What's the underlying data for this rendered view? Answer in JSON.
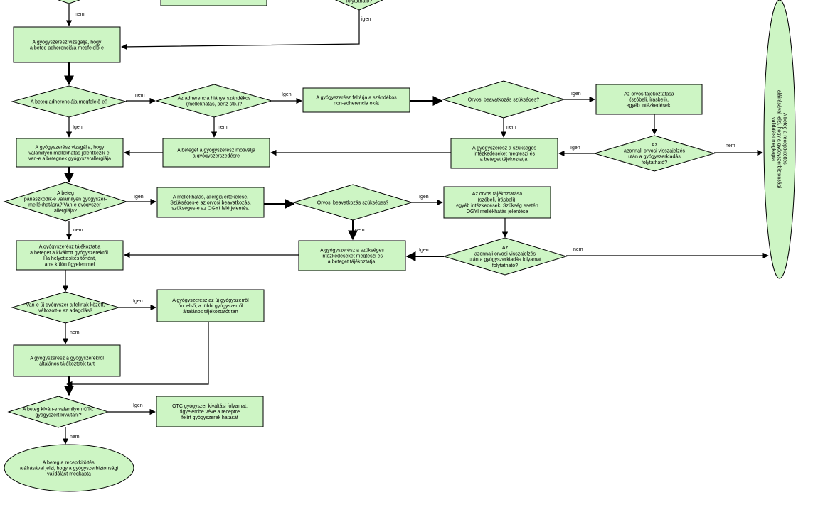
{
  "colors": {
    "fill": "#cdf5c4",
    "stroke": "#000000",
    "line": "#000000",
    "background": "#ffffff"
  },
  "labels": {
    "yes": "Igen",
    "yes_lower": "igen",
    "no": "nem"
  },
  "nodes": {
    "n_check_adherence": [
      "A gyógyszerész vizsgálja, hogy",
      "a beteg adherenciája megfelelő-e"
    ],
    "d_adherence_ok": [
      "A beteg adherenciája megfelelő-e?"
    ],
    "d_nonadherence_cause": [
      "Az adherencia hiánya szándékos",
      "(mellékhatás, pénz stb.)?"
    ],
    "n_explore_cause": [
      "A gyógyszerész feltárja a szándékos",
      "non-adherencia okát"
    ],
    "d_physician_needed_1": [
      "Orvosi beavatkozás szükséges?"
    ],
    "n_inform_physician_1": [
      "Az orvos tájékoztatása",
      "(szóbeli, írásbeli),",
      "egyéb intézkedések."
    ],
    "n_check_side_effect": [
      "A gyógyszerész vizsgálja, hogy",
      "valamilyen mellékhatás jelentkezik-e,",
      "van-e a betegnek gyógyszerallergiája"
    ],
    "n_motivate": [
      "A beteget a gyógyszerész motiválja",
      "a gyógyszerszedésre"
    ],
    "n_measures_1": [
      "A gyógyszerész a szükséges",
      "intézkedéseket megteszi és",
      "a beteget tájékoztatja."
    ],
    "d_continue_1": [
      "Az",
      "azonnali orvosi visszajelzés",
      "után a gyógyszerkiadás",
      "folytatható?"
    ],
    "n_side_effect_eval": [
      "A mellékhatás, allergia értékelése.",
      "Szükséges-e az orvosi beavatkozás,",
      "szükséges-e az OGYI felé jelentés."
    ],
    "d_complaint": [
      "A beteg",
      "panaszkodik-e valamilyen gyógyszer-",
      "mellékhatásra? Van-e gyógyszer-",
      "allergiája?"
    ],
    "d_physician_needed_2": [
      "Orvosi beavatkozás szükséges?"
    ],
    "n_inform_physician_2": [
      "Az orvos tájékoztatása",
      "(szóbeli, írásbeli),",
      "egyéb intézkedések. Szükség esetén",
      "OGYI mellékhatás jelentése"
    ],
    "n_inform_patient_dispensed": [
      "A gyógyszerész tájékoztatja",
      "a beteget a kiváltott gyógyszerekről.",
      "Ha helyettesítés történt,",
      "arra külön figyelemmel"
    ],
    "n_measures_2": [
      "A gyógyszerész a szükséges",
      "intézkedéseket megteszi és",
      "a beteget tájékoztatja."
    ],
    "d_continue_2": [
      "Az",
      "azonnali orvosi visszajelzés",
      "után a gyógyszerkiadás folyamat",
      "folytatható?"
    ],
    "d_new_drug": [
      "Van-e új gyógyszer a felírtak között,",
      "változott-e az adagolás?"
    ],
    "n_new_drug_info": [
      "A gyógyszerész az új gyógyszerről",
      "ún. első, a többi gyógyszerről",
      "általános tájékoztatót tart"
    ],
    "n_general_info": [
      "A gyógyszerész a gyógyszerekről",
      "általános tájékoztatót tart"
    ],
    "d_otc": [
      "A beteg kíván-e valamilyen OTC",
      "gyógyszert kiváltani?"
    ],
    "n_otc_dispense": [
      "OTC gyógyszer kiváltási folyamat,",
      "figyelembe véve a receptre",
      "felírt gyógyszerek hatását"
    ],
    "e_end_bottom": [
      "A beteg a receptkitöltési",
      "aláírásával jelzi, hogy a gyógyszerbiztonsági",
      "validálást megkapta"
    ],
    "e_end_right": [
      "A beteg a receptkitöltési",
      "aláírásával jelzi, hogy a gyógyszerbiztonsági",
      "validálást megkapta"
    ],
    "top_partial_right": [
      "folytatható?"
    ]
  }
}
